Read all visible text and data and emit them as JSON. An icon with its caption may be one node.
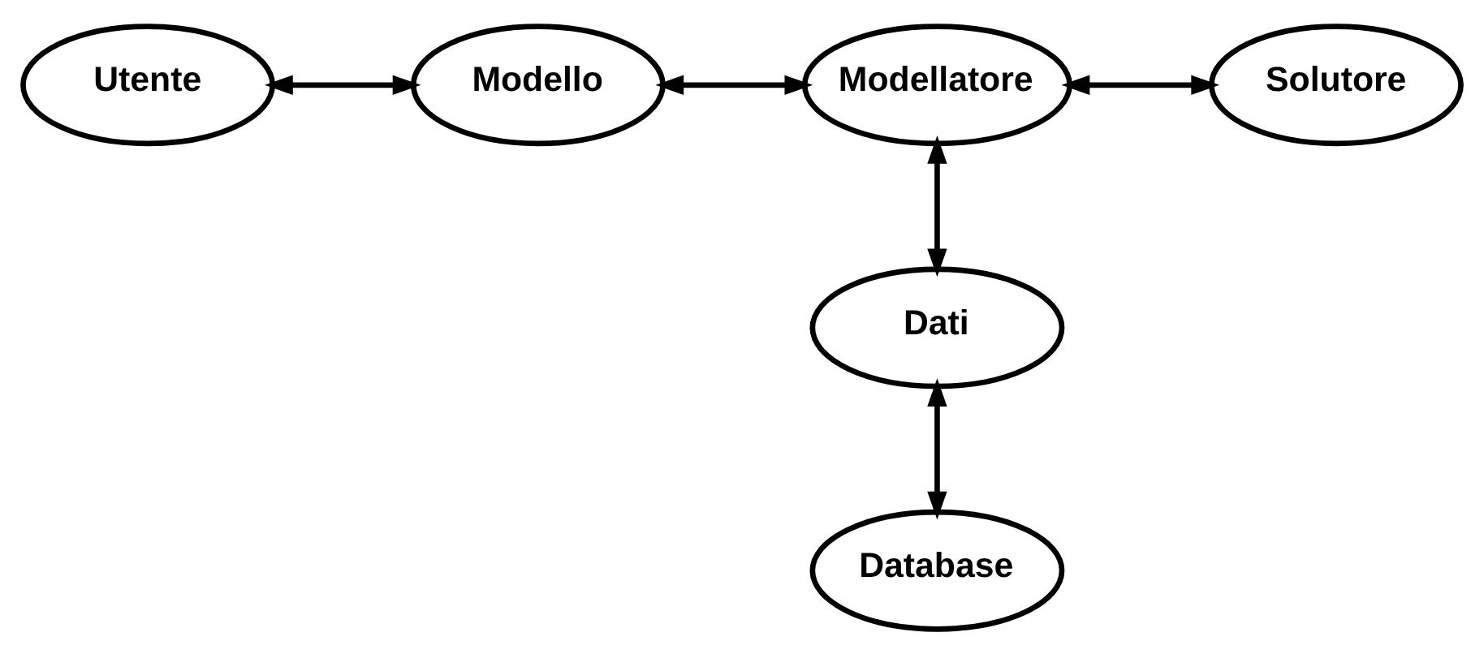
{
  "diagram": {
    "nodes": [
      {
        "text": [
          "Utente"
        ]
      },
      {
        "text": [
          "Modello"
        ]
      },
      {
        "text": [
          "Modellatore"
        ]
      },
      {
        "text": [
          "Solutore"
        ]
      },
      {
        "text": [
          "Dati"
        ]
      },
      {
        "text": [
          "Database"
        ]
      }
    ],
    "edges": [
      {
        "from": 0,
        "to": 1,
        "arrow": "both"
      },
      {
        "from": 1,
        "to": 2,
        "arrow": "both"
      },
      {
        "from": 2,
        "to": 3,
        "arrow": "both"
      },
      {
        "from": 2,
        "to": 4,
        "arrow": "both"
      },
      {
        "from": 4,
        "to": 5,
        "arrow": "both"
      }
    ]
  }
}
